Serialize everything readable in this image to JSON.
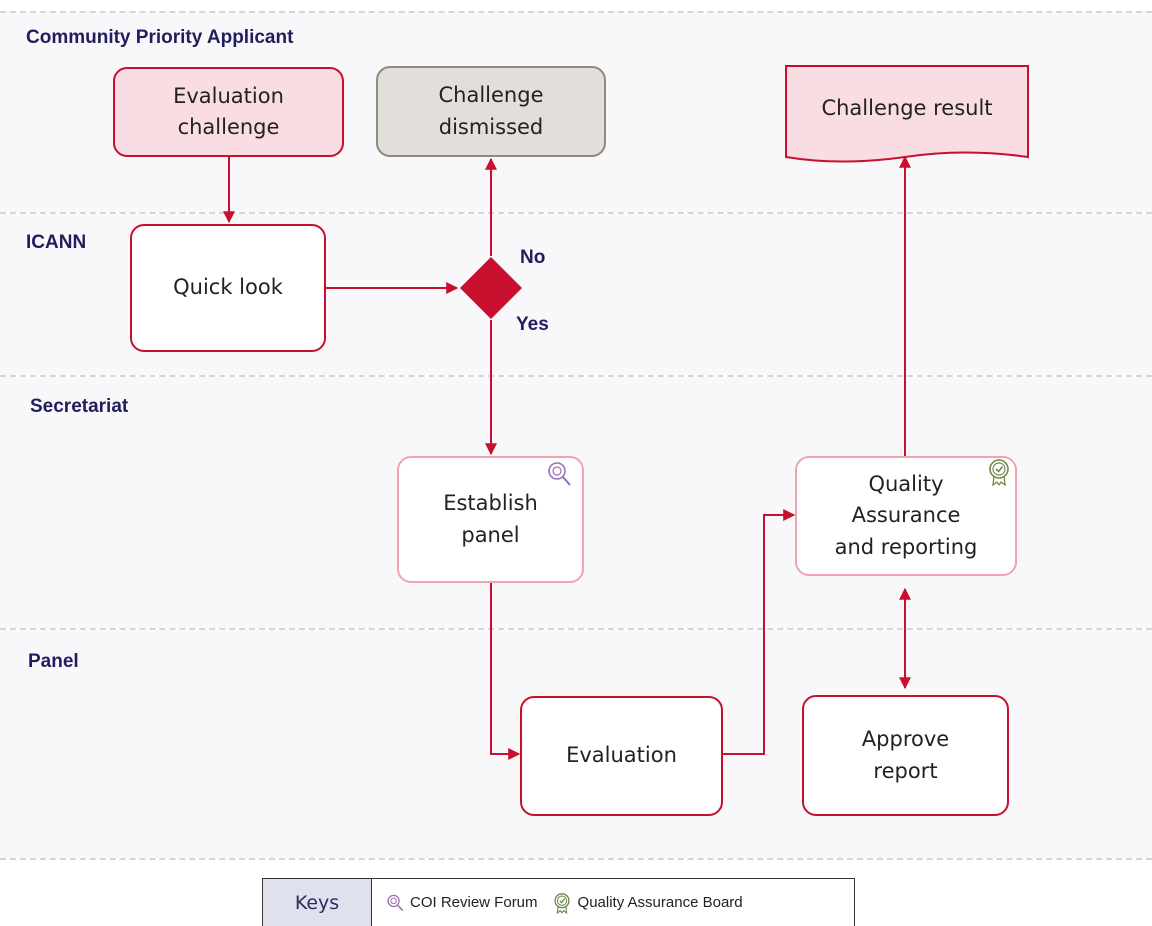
{
  "lanes": [
    {
      "title": "Community Priority Applicant"
    },
    {
      "title": "ICANN"
    },
    {
      "title": "Secretariat"
    },
    {
      "title": "Panel"
    }
  ],
  "nodes": {
    "evaluation_challenge": "Evaluation\nchallenge",
    "challenge_dismissed": "Challenge\ndismissed",
    "challenge_result": "Challenge result",
    "quick_look": "Quick look",
    "establish_panel": "Establish panel",
    "quality_assurance": "Quality Assurance\nand reporting",
    "evaluation": "Evaluation",
    "approve_report": "Approve\nreport"
  },
  "decision": {
    "no_label": "No",
    "yes_label": "Yes"
  },
  "keys": {
    "title": "Keys",
    "items": [
      {
        "label": "COI Review Forum",
        "icon": "magnifier-icon"
      },
      {
        "label": "Quality Assurance Board",
        "icon": "rosette-icon"
      }
    ]
  },
  "colors": {
    "accent": "#c8102e",
    "lane_title": "#221e5e",
    "pink_fill": "#fadde2",
    "grey_fill": "#e2dfdb",
    "soft_border": "#efa4b0"
  }
}
